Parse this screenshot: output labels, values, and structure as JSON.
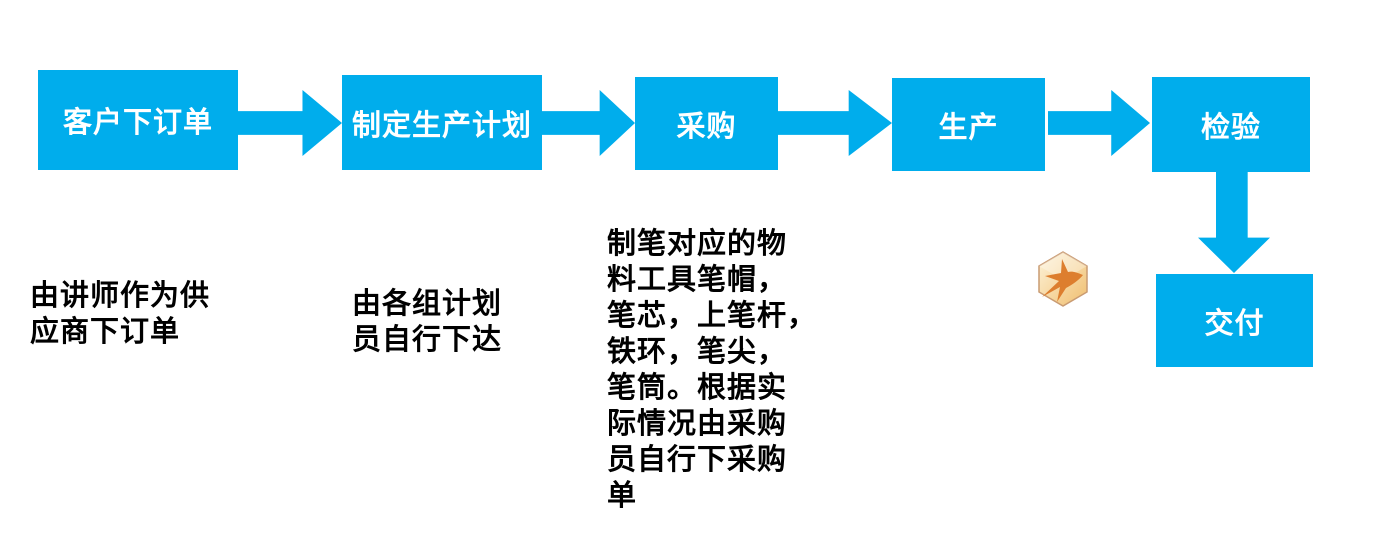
{
  "colors": {
    "accent": "#00ADEC",
    "node_text": "#FFFFFF",
    "annotation_text": "#000000",
    "background": "#FFFFFF",
    "watermark_fill_light": "#FDF4DC",
    "watermark_fill_dark": "#F0BE6E",
    "watermark_border": "#C99B72",
    "watermark_bird": "#DD7E2E"
  },
  "flow": {
    "type": "flowchart",
    "nodes": [
      {
        "id": "order",
        "label": "客户下订单"
      },
      {
        "id": "plan",
        "label": "制定生产计划"
      },
      {
        "id": "purchase",
        "label": "采购"
      },
      {
        "id": "produce",
        "label": "生产"
      },
      {
        "id": "inspect",
        "label": "检验"
      },
      {
        "id": "deliver",
        "label": "交付"
      }
    ],
    "connectors": [
      {
        "from": "客户下订单",
        "to": "制定生产计划",
        "direction": "right"
      },
      {
        "from": "制定生产计划",
        "to": "采购",
        "direction": "right"
      },
      {
        "from": "采购",
        "to": "生产",
        "direction": "right"
      },
      {
        "from": "生产",
        "to": "检验",
        "direction": "right"
      },
      {
        "from": "检验",
        "to": "交付",
        "direction": "down"
      }
    ],
    "annotations": [
      {
        "under": "客户下订单",
        "text": "由讲师作为供\n应商下订单"
      },
      {
        "under": "制定生产计划",
        "text": "由各组计划\n员自行下达"
      },
      {
        "under": "采购",
        "text": "制笔对应的物\n料工具笔帽，\n笔芯，上笔杆，\n铁环，笔尖，\n笔筒。根据实\n际情况由采购\n员自行下采购\n单"
      }
    ]
  },
  "watermark": {
    "icon": "hummingbird-hexagon",
    "description": "orange hummingbird silhouette inside a golden hexagon badge"
  }
}
